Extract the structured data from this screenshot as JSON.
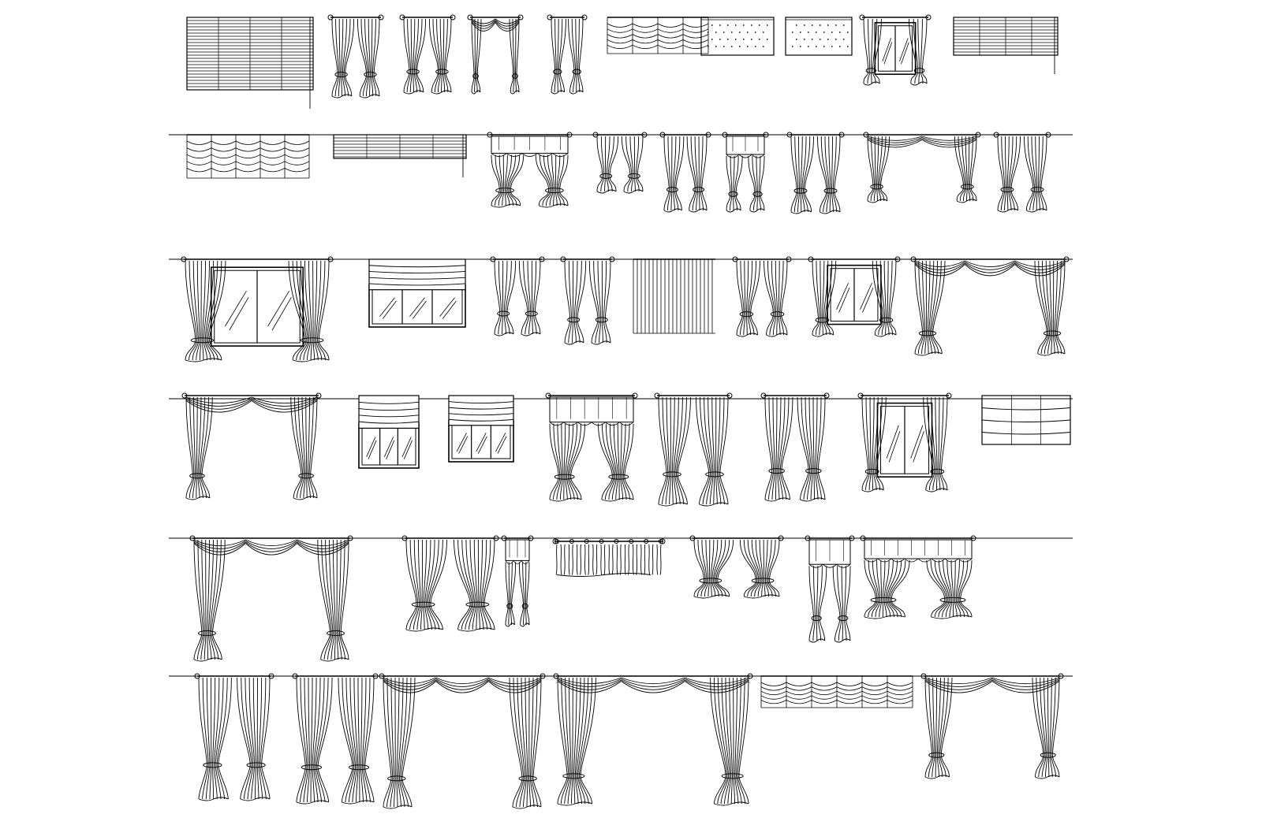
{
  "drawing": {
    "line_color": "#000000",
    "background": "#ffffff",
    "rows": [
      {
        "items": [
          {
            "kind": "venetian-blind"
          },
          {
            "kind": "tied-curtain-pair"
          },
          {
            "kind": "tied-curtain-pair"
          },
          {
            "kind": "swag-curtain-pair"
          },
          {
            "kind": "tied-curtain-pair"
          },
          {
            "kind": "festoon-blind"
          },
          {
            "kind": "patterned-blind"
          },
          {
            "kind": "patterned-blind"
          },
          {
            "kind": "curtain-window"
          },
          {
            "kind": "venetian-blind"
          }
        ]
      },
      {
        "items": [
          {
            "kind": "festoon-blind"
          },
          {
            "kind": "venetian-blind"
          },
          {
            "kind": "valance-curtain"
          },
          {
            "kind": "tied-curtain-pair"
          },
          {
            "kind": "tied-curtain-pair"
          },
          {
            "kind": "valance-curtain"
          },
          {
            "kind": "tied-curtain-pair"
          },
          {
            "kind": "swag-curtain-pair"
          },
          {
            "kind": "tied-curtain-pair"
          }
        ]
      },
      {
        "items": [
          {
            "kind": "curtain-window"
          },
          {
            "kind": "roman-blind-window"
          },
          {
            "kind": "tied-curtain-pair"
          },
          {
            "kind": "tied-curtain-pair"
          },
          {
            "kind": "vertical-blind"
          },
          {
            "kind": "tied-curtain-pair"
          },
          {
            "kind": "curtain-window"
          },
          {
            "kind": "swag-curtain-pair"
          }
        ]
      },
      {
        "items": [
          {
            "kind": "swag-curtain-pair"
          },
          {
            "kind": "roman-blind-window"
          },
          {
            "kind": "roman-blind-window"
          },
          {
            "kind": "valance-curtain"
          },
          {
            "kind": "tied-curtain-pair"
          },
          {
            "kind": "tied-curtain-pair"
          },
          {
            "kind": "curtain-window"
          },
          {
            "kind": "roman-blind"
          }
        ]
      },
      {
        "items": [
          {
            "kind": "swag-curtain-pair"
          },
          {
            "kind": "tied-curtain-pair"
          },
          {
            "kind": "valance-curtain"
          },
          {
            "kind": "cafe-curtain"
          },
          {
            "kind": "tied-curtain-pair"
          },
          {
            "kind": "valance-curtain"
          },
          {
            "kind": "valance-curtain"
          }
        ]
      },
      {
        "items": [
          {
            "kind": "tied-curtain-pair"
          },
          {
            "kind": "tied-curtain-pair"
          },
          {
            "kind": "swag-curtain-pair"
          },
          {
            "kind": "swag-curtain-pair"
          },
          {
            "kind": "festoon-blind"
          },
          {
            "kind": "swag-curtain-pair"
          }
        ]
      }
    ]
  }
}
